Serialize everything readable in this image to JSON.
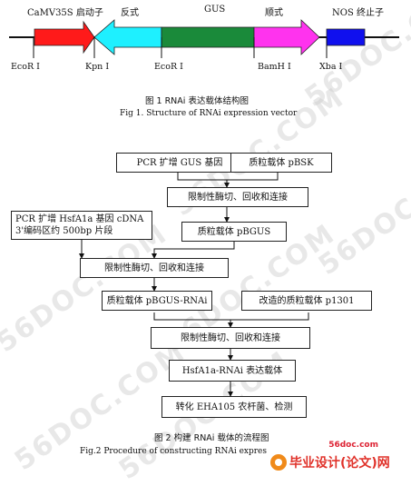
{
  "vector": {
    "segments": [
      {
        "label": "CaMV35S 启动子",
        "color": "#ff1a1a"
      },
      {
        "label": "反式",
        "color": "#1ef0ff"
      },
      {
        "label": "GUS",
        "color": "#1a8a3a"
      },
      {
        "label": "顺式",
        "color": "#ff33ee"
      },
      {
        "label": "NOS 终止子",
        "color": "#1010ee"
      }
    ],
    "sites": [
      "EcoR Ⅰ",
      "Kpn Ⅰ",
      "EcoR Ⅰ",
      "BamH Ⅰ",
      "Xba Ⅰ"
    ]
  },
  "figure1": {
    "caption_cn": "图 1  RNAi 表达载体结构图",
    "caption_en": "Fig 1.    Structure of RNAi expression vector"
  },
  "flow": {
    "pcr_gus": "PCR 扩增 GUS 基因",
    "plasmid_pbsk": "质粒载体 pBSK",
    "step1": "限制性酶切、回收和连接",
    "pcr_hsf_line1": "PCR 扩增 HsfA1a 基因 cDNA",
    "pcr_hsf_line2": "3'编码区约 500bp 片段",
    "plasmid_pbgus": "质粒载体 pBGUS",
    "step2": "限制性酶切、回收和连接",
    "plasmid_pbgus_rnai": "质粒载体 pBGUS-RNAi",
    "modified_p1301": "改造的质粒载体 p1301",
    "step3": "限制性酶切、回收和连接",
    "hsf_rnai_vector": "HsfA1a-RNAi 表达载体",
    "transform": "转化 EHA105 农杆菌、检测"
  },
  "figure2": {
    "caption_cn": "图 2  构建 RNAi 载体的流程图",
    "caption_en": "Fig.2    Procedure of constructing RNAi expres"
  },
  "watermarks": [
    "56DOC.COM",
    "56DOC.COM",
    "56DOC.COM",
    "56DOC.COM",
    "56DOC.COM",
    "56DOC.COM",
    "56DOC.COM"
  ],
  "logo": {
    "site": "56doc.com",
    "brand": "毕业设计(论文)网"
  }
}
